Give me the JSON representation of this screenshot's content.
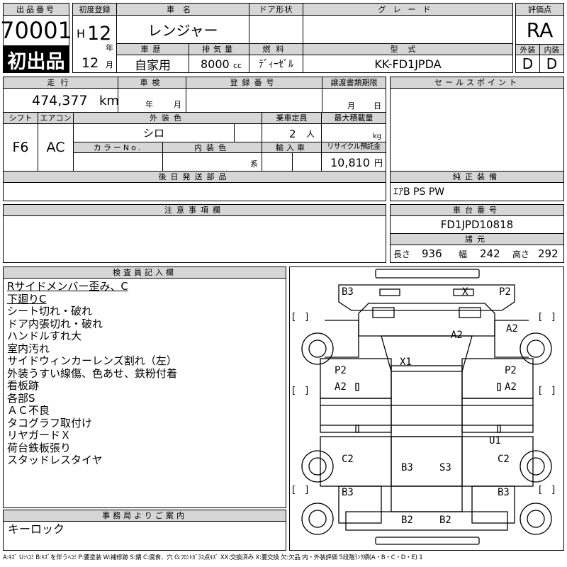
{
  "header": {
    "lot_no_label": "出品番号",
    "lot_no": "70001",
    "first_listing_badge": "初出品",
    "first_reg_label": "初度登録",
    "era": "H",
    "year_value": "12",
    "year_unit": "年",
    "month_value": "12",
    "month_unit": "月",
    "car_name_label": "車名",
    "car_name": "レンジャー",
    "door_label": "ドア形状",
    "door_value": "",
    "grade_label": "グレード",
    "grade_value": "",
    "score_label": "評価点",
    "score": "RA",
    "history_label": "車歴",
    "history": "自家用",
    "displacement_label": "排気量",
    "displacement": "8000",
    "displacement_unit": "cc",
    "fuel_label": "燃料",
    "fuel": "ﾃﾞｨｰｾﾞﾙ",
    "model_label": "型式",
    "model": "KK-FD1JPDA",
    "exterior_label": "外装",
    "exterior_grade": "D",
    "interior_label": "内装",
    "interior_grade": "D"
  },
  "middle": {
    "mileage_label": "走行",
    "mileage": "474,377",
    "mileage_unit": "km",
    "inspection_label": "車検",
    "inspection_year_unit": "年",
    "inspection_month_unit": "月",
    "reg_no_label": "登録番号",
    "reg_no": "",
    "transfer_label": "譲渡書類期限",
    "transfer_month_unit": "月",
    "transfer_day_unit": "日",
    "shift_label": "シフト",
    "shift": "F6",
    "ac_label": "エアコン",
    "ac": "AC",
    "ext_color_label": "外装色",
    "ext_color": "シロ",
    "capacity_label": "乗車定員",
    "capacity": "2",
    "capacity_unit": "人",
    "max_load_label": "最大積載量",
    "max_load_unit": "kg",
    "color_no_label": "カラーNo.",
    "int_color_label": "内装色",
    "int_color_unit": "系",
    "import_label": "輸入車",
    "recycle_label": "リサイクル預託金",
    "recycle": "10,810",
    "recycle_unit": "円",
    "later_parts_label": "後日発送部品",
    "sales_point_label": "セールスポイント",
    "equipment_label": "純正装備",
    "equipment": "ｴｱB PS PW",
    "notice_label": "注意事項欄",
    "chassis_label": "車台番号",
    "chassis": "FD1JPD10818",
    "specs_label": "諸元",
    "length_label": "長さ",
    "length": "936",
    "width_label": "幅",
    "width": "242",
    "height_label": "高さ",
    "height": "292"
  },
  "inspector": {
    "label": "検査員記入欄",
    "lines": [
      "Rサイドメンバー歪み、C",
      "下廻りC",
      "シート切れ・破れ",
      "ドア内張切れ・破れ",
      "ハンドルすれ大",
      "室内汚れ",
      "サイドウィンカーレンズ割れ（左）",
      "外装うすい線傷、色あせ、鉄粉付着",
      "看板跡",
      "各部S",
      "ＡＣ不良",
      "タコグラフ取付け",
      "リヤガードＸ",
      "荷台鉄板張り",
      "スタッドレスタイヤ"
    ]
  },
  "office": {
    "label": "事務局よりご案内",
    "text": "キーロック"
  },
  "diagram": {
    "marks": {
      "b3_top_left": "B3",
      "x_top": "X",
      "p2_top_right": "P2",
      "a2_cab": "A2",
      "a2_right_front": "A2",
      "x1": "X1",
      "p2_left": "P2",
      "a2_left": "A2",
      "p2_right": "P2",
      "a2_right": "A2",
      "u1": "U1",
      "c2_left": "C2",
      "b3_bed_left": "B3",
      "s3_bed": "S3",
      "c2_right": "C2",
      "b3_bottom_left": "B3",
      "b3_bottom_right": "B3",
      "b2_left": "B2",
      "b2_right": "B2"
    },
    "bracket": "[　]"
  },
  "legend": "A:ｷｽﾞ U:ﾍｺﾐ B:ｷｽﾞを伴うﾍｺﾐ P:要塗装 W:補修跡 S:錆 C:腐食、穴 G:ﾌﾛﾝﾄｶﾞﾗｽ点ｷｽﾞ XX:交換済み X:要交換 欠:欠品 内・外装評価 5段階ﾗﾝｸ順(A・B・C・D・E) 1"
}
